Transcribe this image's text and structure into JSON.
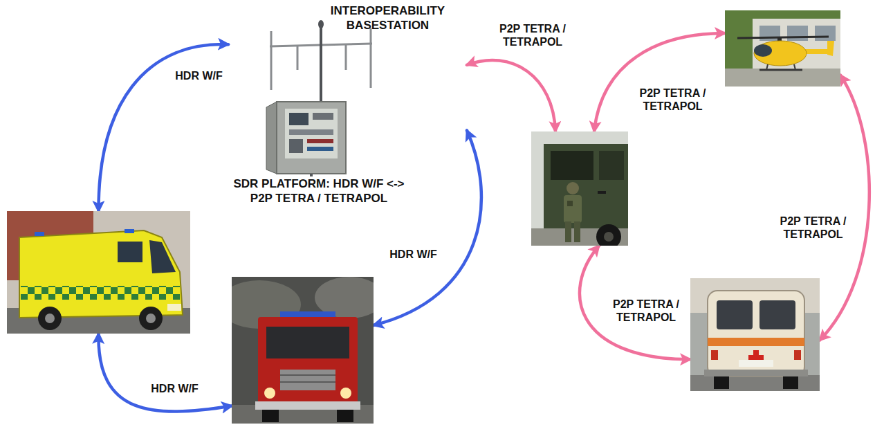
{
  "diagram": {
    "nodes": [
      {
        "text": [
          "INTEROPERABILITY BASESTATION",
          "SDR PLATFORM: HDR W/F <-> P2P TETRA / TETRAPOL"
        ]
      },
      {
        "text": []
      },
      {
        "text": []
      },
      {
        "text": []
      },
      {
        "text": []
      },
      {
        "text": []
      }
    ],
    "edges": [
      {
        "from": 0,
        "to": 3,
        "label": "HDR W/F",
        "arrow": "both"
      },
      {
        "from": 0,
        "to": 4,
        "label": "HDR W/F",
        "arrow": "both"
      },
      {
        "from": 3,
        "to": 4,
        "label": "HDR W/F",
        "arrow": "both"
      },
      {
        "from": 0,
        "to": 2,
        "label": "P2P TETRA / TETRAPOL",
        "arrow": "both"
      },
      {
        "from": 2,
        "to": 1,
        "label": "P2P TETRA / TETRAPOL",
        "arrow": "both"
      },
      {
        "from": 1,
        "to": 5,
        "label": "P2P TETRA / TETRAPOL",
        "arrow": "both"
      },
      {
        "from": 2,
        "to": 5,
        "label": "P2P TETRA / TETRAPOL",
        "arrow": "both"
      }
    ]
  }
}
